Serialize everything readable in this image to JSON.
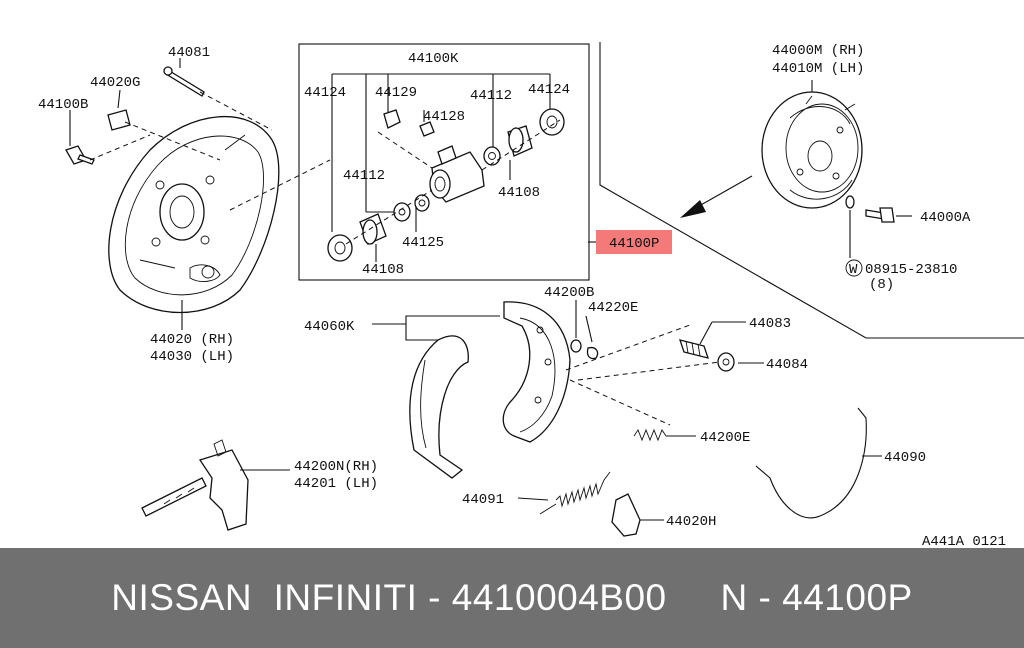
{
  "diagram": {
    "labels": {
      "p44081": "44081",
      "p44020g": "44020G",
      "p44100b": "44100B",
      "p44020": "44020 (RH)",
      "p44030": "44030 (LH)",
      "p44100k": "44100K",
      "p44124a": "44124",
      "p44129": "44129",
      "p44112a": "44112",
      "p44124b": "44124",
      "p44128": "44128",
      "p44112b": "44112",
      "p44108a": "44108",
      "p44125": "44125",
      "p44108b": "44108",
      "p44100p": "44100P",
      "p44000m": "44000M (RH)",
      "p44010m": "44010M (LH)",
      "p44000a": "44000A",
      "w08915": "08915-23810",
      "w08915_qty": "(8)",
      "w_symbol": "W",
      "p44200b": "44200B",
      "p44220e": "44220E",
      "p44060k": "44060K",
      "p44083": "44083",
      "p44084": "44084",
      "p44200e": "44200E",
      "p44090": "44090",
      "p44200n": "44200N(RH)",
      "p44201": "44201  (LH)",
      "p44091": "44091",
      "p44020h": "44020H",
      "ref_code": "A441A 0121"
    },
    "highlight_color": "#f47a7a"
  },
  "footer": {
    "text": "NISSAN  INFINITI - 4410004B00     N - 44100P",
    "background": "#707070"
  }
}
